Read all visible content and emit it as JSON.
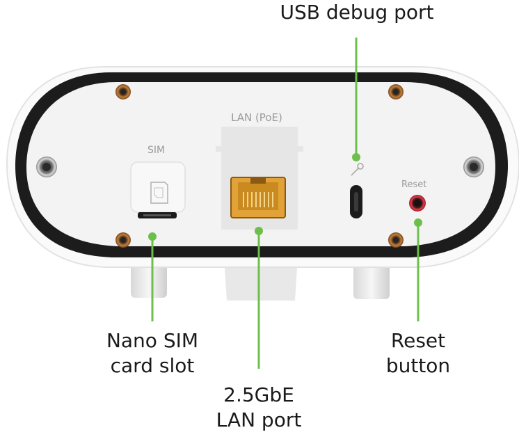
{
  "device_labels": {
    "sim": "SIM",
    "lan": "LAN (PoE)",
    "reset": "Reset"
  },
  "callouts": {
    "usb": "USB debug port",
    "sim_line1": "Nano SIM",
    "sim_line2": "card slot",
    "lan_line1": "2.5GbE",
    "lan_line2": "LAN port",
    "reset_line1": "Reset",
    "reset_line2": "button"
  },
  "colors": {
    "callout_line": "#6cc04a",
    "frame": "#1c1c1c",
    "body": "#f2f2f2",
    "screw_ring": "#b8742e",
    "rj45": "#e2a238",
    "reset_ring": "#d23040"
  }
}
